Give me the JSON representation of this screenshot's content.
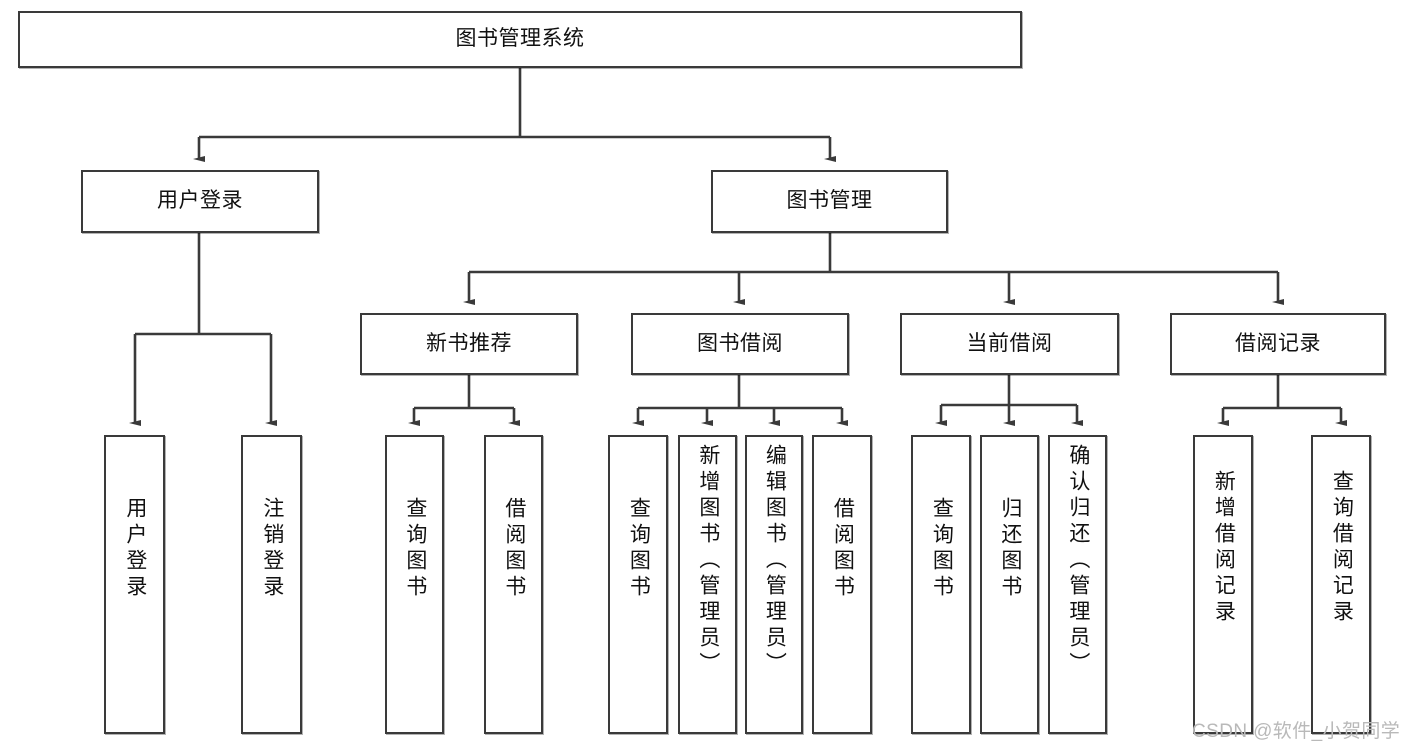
{
  "diagram": {
    "type": "tree-hierarchy",
    "title": "图书管理系统",
    "root": {
      "id": "root",
      "label": "图书管理系统"
    },
    "level2": [
      {
        "id": "user-login",
        "label": "用户登录"
      },
      {
        "id": "book-manage",
        "label": "图书管理"
      }
    ],
    "level3": [
      {
        "id": "new-book-recommend",
        "label": "新书推荐",
        "parent": "book-manage"
      },
      {
        "id": "book-borrow",
        "label": "图书借阅",
        "parent": "book-manage"
      },
      {
        "id": "current-borrow",
        "label": "当前借阅",
        "parent": "book-manage"
      },
      {
        "id": "borrow-record",
        "label": "借阅记录",
        "parent": "book-manage"
      }
    ],
    "leaves": [
      {
        "id": "leaf-user-login",
        "label": "用户登录",
        "parent": "user-login"
      },
      {
        "id": "leaf-logout",
        "label": "注销登录",
        "parent": "user-login"
      },
      {
        "id": "leaf-query-book-1",
        "label": "查询图书",
        "parent": "new-book-recommend"
      },
      {
        "id": "leaf-borrow-book-1",
        "label": "借阅图书",
        "parent": "new-book-recommend"
      },
      {
        "id": "leaf-query-book-2",
        "label": "查询图书",
        "parent": "book-borrow"
      },
      {
        "id": "leaf-add-book",
        "label": "新增图书（管理员）",
        "parent": "book-borrow"
      },
      {
        "id": "leaf-edit-book",
        "label": "编辑图书（管理员）",
        "parent": "book-borrow"
      },
      {
        "id": "leaf-borrow-book-2",
        "label": "借阅图书",
        "parent": "book-borrow"
      },
      {
        "id": "leaf-query-book-3",
        "label": "查询图书",
        "parent": "current-borrow"
      },
      {
        "id": "leaf-return-book",
        "label": "归还图书",
        "parent": "current-borrow"
      },
      {
        "id": "leaf-confirm-return",
        "label": "确认归还（管理员）",
        "parent": "current-borrow"
      },
      {
        "id": "leaf-add-record",
        "label": "新增借阅记录",
        "parent": "borrow-record"
      },
      {
        "id": "leaf-query-record",
        "label": "查询借阅记录",
        "parent": "borrow-record"
      }
    ]
  },
  "watermark": {
    "text": "CSDN @软件_小贺同学"
  },
  "colors": {
    "stroke": "#3a3a3a",
    "fill": "#ffffff",
    "text": "#111111",
    "watermark": "#b9b9b9"
  }
}
